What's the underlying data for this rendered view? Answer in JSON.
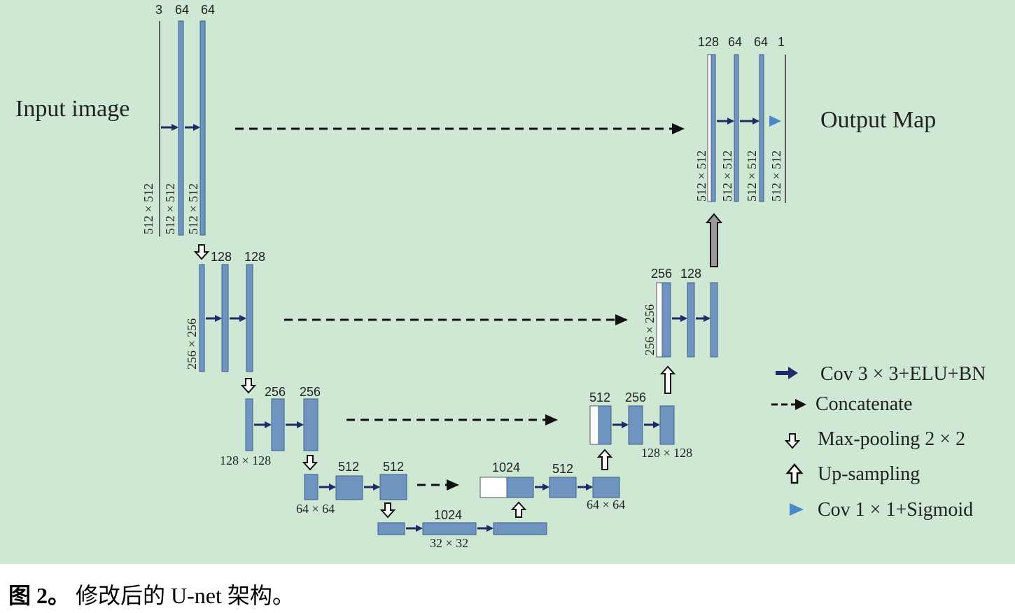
{
  "diagram": {
    "input_label": "Input image",
    "output_label": "Output Map",
    "channels": {
      "enc1": [
        "3",
        "64",
        "64"
      ],
      "enc2": [
        "128",
        "128"
      ],
      "enc3": [
        "256",
        "256"
      ],
      "enc4": [
        "512",
        "512"
      ],
      "bottleneck": "1024",
      "dec4": [
        "1024",
        "512"
      ],
      "dec3": [
        "512",
        "256"
      ],
      "dec2": [
        "256",
        "128"
      ],
      "dec1": [
        "128",
        "64",
        "64",
        "1"
      ]
    },
    "sizes": {
      "enc1": "512 × 512",
      "enc2": "256 × 256",
      "enc3": "128 × 128",
      "enc4": "64 × 64",
      "bottleneck": "32 × 32",
      "dec4": "64 × 64",
      "dec3": "128 × 128",
      "dec2": "256 × 256",
      "dec1": "512 × 512"
    },
    "legend": [
      {
        "icon": "conv-arrow-icon",
        "label": "Cov 3 × 3+ELU+BN"
      },
      {
        "icon": "dashed-arrow-icon",
        "label": "Concatenate"
      },
      {
        "icon": "down-arrow-icon",
        "label": "Max-pooling 2 × 2"
      },
      {
        "icon": "up-arrow-icon",
        "label": "Up-sampling"
      },
      {
        "icon": "triangle-icon",
        "label": "Cov 1 × 1+Sigmoid"
      }
    ],
    "colors": {
      "background": "#cfe8d3",
      "block": "#6f94c0",
      "arrow": "#1f2a6b",
      "triangle": "#4a88c8"
    }
  },
  "caption": {
    "label": "图 2。",
    "text": "修改后的 U-net 架构。"
  }
}
